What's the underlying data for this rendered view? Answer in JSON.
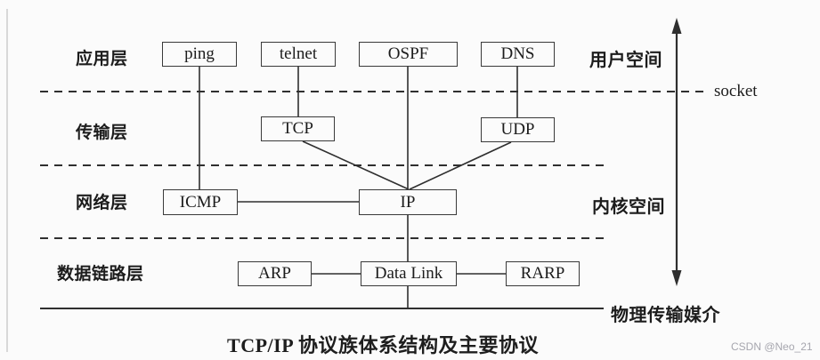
{
  "diagram": {
    "title": "TCP/IP 协议族体系结构及主要协议",
    "watermark": "CSDN @Neo_21",
    "layer_labels": {
      "application": "应用层",
      "transport": "传输层",
      "network": "网络层",
      "datalink": "数据链路层"
    },
    "side_labels": {
      "user_space": "用户空间",
      "kernel_space": "内核空间",
      "socket": "socket",
      "physical_medium": "物理传输媒介"
    },
    "nodes": {
      "ping": "ping",
      "telnet": "telnet",
      "ospf": "OSPF",
      "dns": "DNS",
      "tcp": "TCP",
      "udp": "UDP",
      "icmp": "ICMP",
      "ip": "IP",
      "arp": "ARP",
      "datalink": "Data Link",
      "rarp": "RARP"
    },
    "edges": [
      {
        "from": "ping",
        "to": "icmp"
      },
      {
        "from": "telnet",
        "to": "tcp"
      },
      {
        "from": "ospf",
        "to": "ip"
      },
      {
        "from": "dns",
        "to": "udp"
      },
      {
        "from": "tcp",
        "to": "ip"
      },
      {
        "from": "udp",
        "to": "ip"
      },
      {
        "from": "icmp",
        "to": "ip"
      },
      {
        "from": "ip",
        "to": "datalink"
      },
      {
        "from": "arp",
        "to": "datalink"
      },
      {
        "from": "datalink",
        "to": "rarp"
      },
      {
        "from": "datalink",
        "to": "physical_medium"
      }
    ],
    "colors": {
      "background": "#fbfbfb",
      "line": "#2f2f2f",
      "box_border": "#3a3a3a",
      "text": "#1c1c1c",
      "watermark": "#a6a6ae"
    }
  }
}
